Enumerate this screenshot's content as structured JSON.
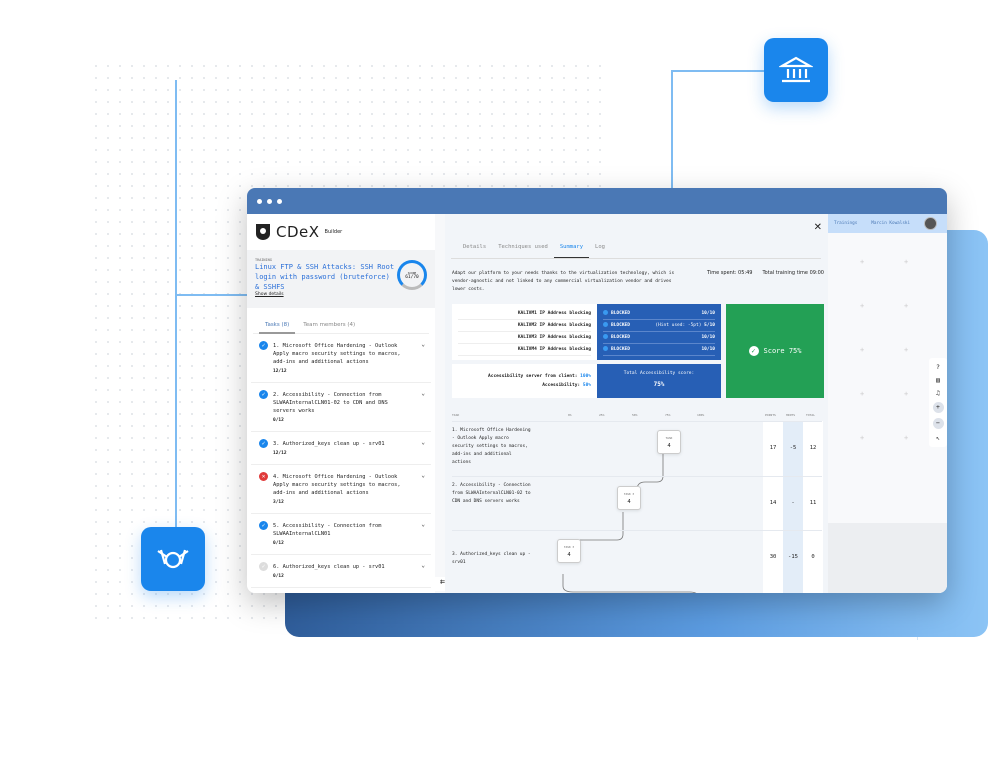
{
  "brand": {
    "name": "CDeX",
    "subtitle": "Builder"
  },
  "training": {
    "label": "TRAINING",
    "title": "Linux FTP & SSH Attacks: SSH Root login with password (bruteforce) & SSHFS",
    "show_details": "Show details",
    "score_label": "SCORE",
    "score": "61/70"
  },
  "left_tabs": [
    "Tasks (8)",
    "Team members (4)"
  ],
  "tasks": [
    {
      "title": "1. Microsoft Office Hardening - Outlook Apply macro security settings to macros, add-ins and additional actions",
      "points": "12/12",
      "status": "done"
    },
    {
      "title": "2. Accessibility - Connection from SLWAAInternalCLN01-02 to CDN and DNS servers works",
      "points": "0/12",
      "status": "done"
    },
    {
      "title": "3. Authorized_keys clean up - srv01",
      "points": "12/12",
      "status": "done"
    },
    {
      "title": "4. Microsoft Office Hardening - Outlook Apply macro security settings to macros, add-ins and additional actions",
      "points": "3/12",
      "status": "failed"
    },
    {
      "title": "5. Accessibility - Connection from SLWAAInternalCLN01",
      "points": "0/12",
      "status": "done"
    },
    {
      "title": "6. Authorized_keys clean up - srv01",
      "points": "0/12",
      "status": "pending"
    }
  ],
  "modal": {
    "tabs": [
      "Details",
      "Techniques used",
      "Summary",
      "Log"
    ],
    "description": "Adapt our platform to your needs thanks to the virtualization technology, which is vendor-agnostic and not linked to any commercial virtualization vendor and drives lower costs.",
    "time_spent": "Time spent: 05:49",
    "total_time": "Total training time 09:00",
    "blocking": [
      {
        "label": "KALIVM1 IP Address blocking",
        "status": "BLOCKED",
        "extra": "",
        "score": "10/10"
      },
      {
        "label": "KALIVM2 IP Address blocking",
        "status": "BLOCKED",
        "extra": "(Hint used: -5pt)",
        "score": "5/10"
      },
      {
        "label": "KALIVM3 IP Address blocking",
        "status": "BLOCKED",
        "extra": "",
        "score": "10/10"
      },
      {
        "label": "KALIVM4 IP Address blocking",
        "status": "BLOCKED",
        "extra": "",
        "score": "10/10"
      }
    ],
    "access_server_label": "Accessibility server from client:",
    "access_server_value": "100%",
    "access_label": "Accessibility:",
    "access_value": "50%",
    "total_access_label": "Total Accessibility score:",
    "total_access_value": "75%",
    "score": "Score 75%",
    "table_headers": {
      "task": "TASK",
      "p0": "0%",
      "p25": "25%",
      "p50": "50%",
      "p75": "75%",
      "p100": "100%",
      "points": "POINTS",
      "hints": "HINTS",
      "total": "TOTAL"
    },
    "rows": [
      {
        "task": "1. Microsoft Office Hardening - Outlook Apply macro security settings to macros, add-ins and additional actions",
        "node_label": "TASK",
        "node_value": "4",
        "points": "17",
        "hints": "-5",
        "total": "12"
      },
      {
        "task": "2. Accessibility - Connection from SLWAAInternalCLN01-02 to CDN and DNS servers works",
        "node_label": "TASK 3",
        "node_value": "4",
        "points": "14",
        "hints": "-",
        "total": "11"
      },
      {
        "task": "3. Authorized_keys clean up - srv01",
        "node_label": "TASK 3",
        "node_value": "4",
        "points": "30",
        "hints": "-15",
        "total": "0"
      }
    ]
  },
  "topbar": {
    "trainings": "Trainings",
    "user": "Marcin Kowalski"
  }
}
